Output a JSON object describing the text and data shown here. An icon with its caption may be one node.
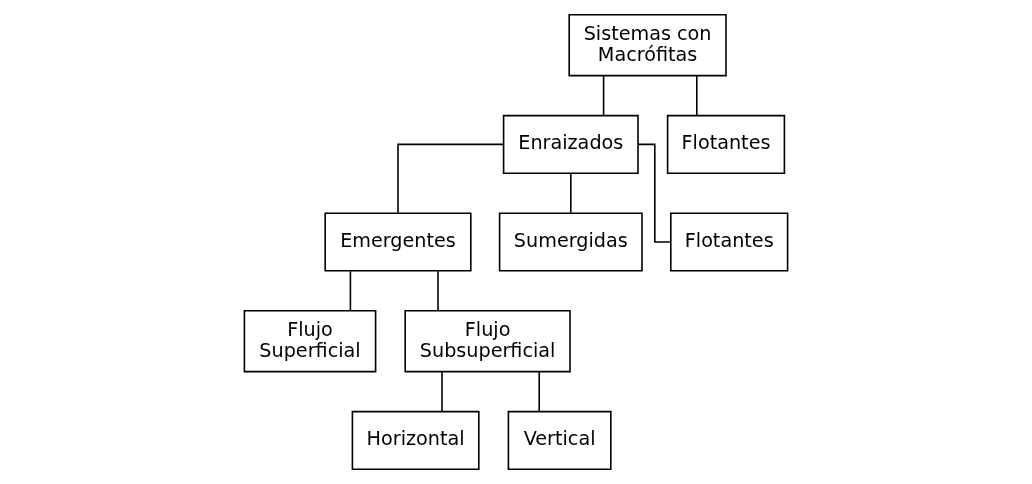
{
  "diagram": {
    "nodes": [
      {
        "text": [
          "Sistemas con Macrófitas"
        ]
      },
      {
        "text": [
          "Enraizados"
        ]
      },
      {
        "text": [
          "Flotantes"
        ]
      },
      {
        "text": [
          "Emergentes"
        ]
      },
      {
        "text": [
          "Sumergidas"
        ]
      },
      {
        "text": [
          "Flotantes"
        ]
      },
      {
        "text": [
          "Flujo Superficial"
        ]
      },
      {
        "text": [
          "Flujo Subsuperficial"
        ]
      },
      {
        "text": [
          "Horizontal"
        ]
      },
      {
        "text": [
          "Vertical"
        ]
      }
    ],
    "edges": [
      {
        "from": 0,
        "to": 1,
        "arrow": "none"
      },
      {
        "from": 0,
        "to": 2,
        "arrow": "none"
      },
      {
        "from": 1,
        "to": 3,
        "arrow": "none"
      },
      {
        "from": 1,
        "to": 4,
        "arrow": "none"
      },
      {
        "from": 1,
        "to": 5,
        "arrow": "none"
      },
      {
        "from": 3,
        "to": 6,
        "arrow": "none"
      },
      {
        "from": 3,
        "to": 7,
        "arrow": "none"
      },
      {
        "from": 7,
        "to": 8,
        "arrow": "none"
      },
      {
        "from": 7,
        "to": 9,
        "arrow": "none"
      }
    ]
  }
}
